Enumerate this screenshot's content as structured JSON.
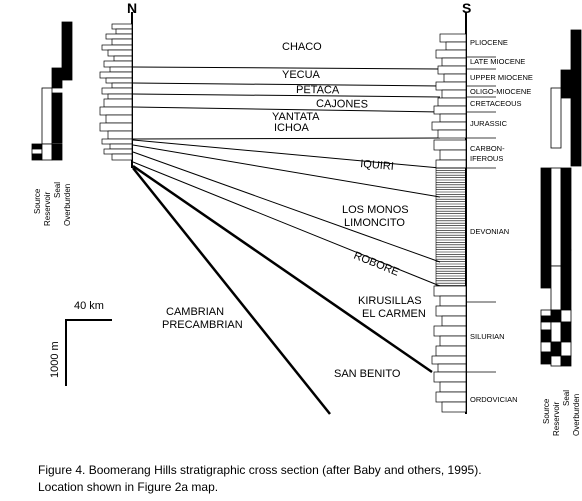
{
  "title": "Boomerang Hills stratigraphic cross section",
  "ends": {
    "north": "N",
    "south": "S"
  },
  "units": {
    "chaco": "CHACO",
    "yecua": "YECUA",
    "petaca": "PETACA",
    "cajones": "CAJONES",
    "yantata": "YANTATA",
    "ichoa": "ICHOA",
    "iquiri": "IQUIRI",
    "los_monos": "LOS MONOS",
    "limoncito": "LIMONCITO",
    "robore": "ROBORE",
    "kirusillas": "KIRUSILLAS",
    "el_carmen": "EL CARMEN",
    "san_benito": "SAN BENITO",
    "cambrian": "CAMBRIAN",
    "precambrian": "PRECAMBRIAN"
  },
  "ages": {
    "pliocene": "PLIOCENE",
    "late_miocene": "LATE MIOCENE",
    "upper_miocene": "UPPER MIOCENE",
    "oligo_miocene": "OLIGO-MIOCENE",
    "cretaceous": "CRETACEOUS",
    "jurassic": "JURASSIC",
    "carbon_1": "CARBON-",
    "carbon_2": "IFEROUS",
    "devonian": "DEVONIAN",
    "silurian": "SILURIAN",
    "ordovician": "ORDOVICIAN"
  },
  "legend": [
    "Source",
    "Reservoir",
    "Seal",
    "Overburden"
  ],
  "scale": {
    "horizontal": "40 km",
    "vertical": "1000 m"
  },
  "caption": {
    "line1": "Figure 4.  Boomerang Hills stratigraphic cross section (after Baby and others, 1995).",
    "line2": "Location shown in Figure 2a map."
  }
}
